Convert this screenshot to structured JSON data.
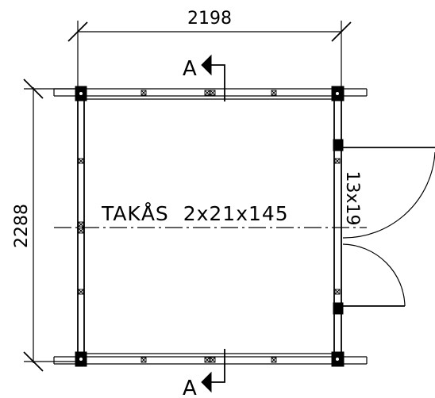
{
  "dimensions": {
    "width": "2198",
    "height": "2288"
  },
  "beam_label": "TAKÅS  2x21x145",
  "door_label": "13x19",
  "section_marks": {
    "top": "A",
    "bottom": "A"
  },
  "colors": {
    "line": "#000000",
    "background": "#ffffff"
  }
}
